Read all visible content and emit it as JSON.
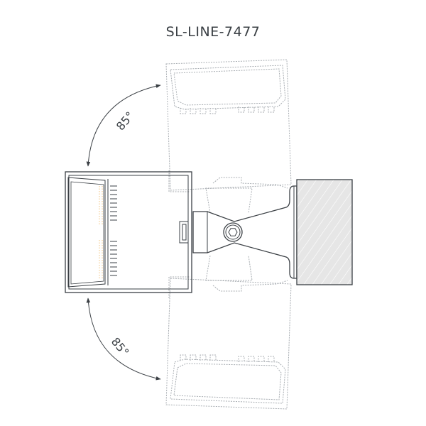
{
  "title": "SL-LINE-7477",
  "angles": {
    "top": {
      "label": "85°"
    },
    "bottom": {
      "label": "85°"
    }
  },
  "colors": {
    "line": "#3a3f44",
    "ghost": "#a8adb2",
    "wall_fill": "#e6e6e6",
    "led": "#f2c27a"
  }
}
